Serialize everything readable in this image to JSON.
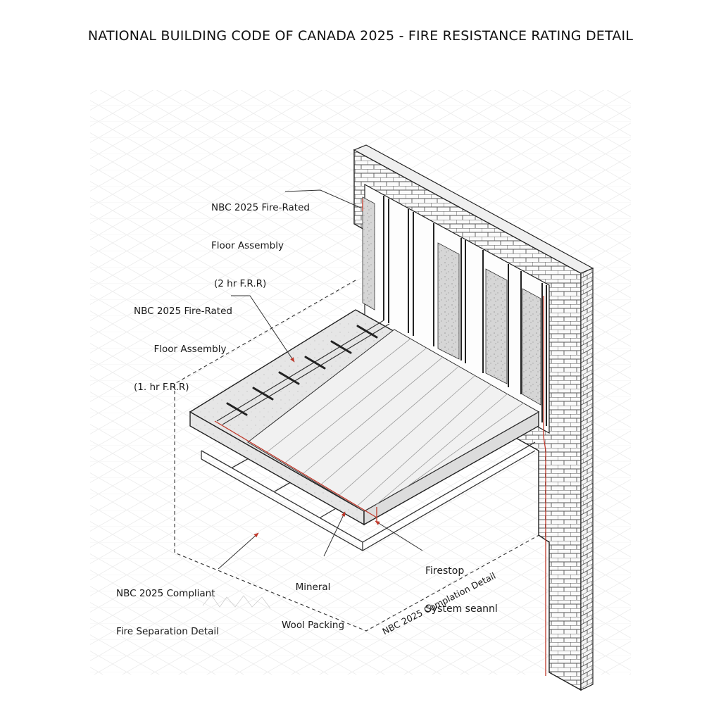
{
  "title": "NATIONAL BUILDING CODE OF CANADA 2025 - FIRE RESISTANCE RATING DETAIL",
  "labels": {
    "floor_assembly_2hr": {
      "line1": "NBC 2025 Fire-Rated",
      "line2": "Floor Assembly",
      "line3": "(2 hr F.R.R)"
    },
    "floor_assembly_1hr": {
      "line1": "NBC 2025 Fire-Rated",
      "line2": "Floor Assembly",
      "line3": "(1. hr F.R.R)"
    },
    "compliant_detail": {
      "line1": "NBC 2025 Compliant",
      "line2": "Fire Separation Detail"
    },
    "mineral_wool": {
      "line1": "Mineral",
      "line2": "Wool Packing"
    },
    "firestop": {
      "line1": "Firestop",
      "line2": "System seannl"
    },
    "completion": "NBC 2025 Complation Detail"
  },
  "colors": {
    "line": "#2a2a2a",
    "accent_red": "#c0392b",
    "grid": "#ececec",
    "concrete": "#e4e4e4",
    "mineral_wool": "#d2d2d2"
  }
}
